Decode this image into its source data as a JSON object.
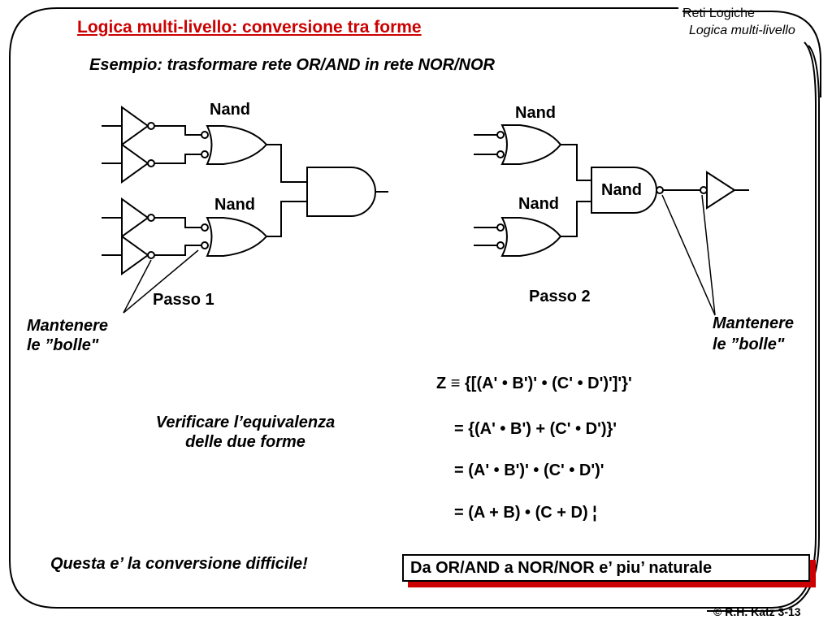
{
  "header": {
    "title": "Logica multi-livello: conversione tra forme",
    "course": "Reti Logiche",
    "section": "Logica multi-livello"
  },
  "subtitle": "Esempio: trasformare rete OR/AND in rete NOR/NOR",
  "diagram": {
    "step1": {
      "nand_label_top": "Nand",
      "nand_label_bottom": "Nand",
      "caption": "Passo 1",
      "note_line1": "Mantenere",
      "note_line2": "le ”bolle\""
    },
    "step2": {
      "nand_label_top": "Nand",
      "nand_label_middle": "Nand",
      "nand_label_bottom": "Nand",
      "caption": "Passo 2",
      "note_line1": "Mantenere",
      "note_line2": "le ”bolle\""
    }
  },
  "equations": {
    "line1": "Z ≡ {[(A' • B')' • (C' • D')']'}'",
    "line2": "= {(A' • B') + (C' • D')}'",
    "line3": "= (A' • B')' • (C' • D')'",
    "line4": "= (A + B) • (C + D) ¦"
  },
  "verify": {
    "line1": "Verificare l’equivalenza",
    "line2": "delle due forme"
  },
  "difficult_note": "Questa e’ la conversione difficile!",
  "natural_box": "Da OR/AND a NOR/NOR e’ piu’ naturale",
  "footer": "© R.H. Katz 3-13",
  "colors": {
    "accent": "#cc0000"
  }
}
